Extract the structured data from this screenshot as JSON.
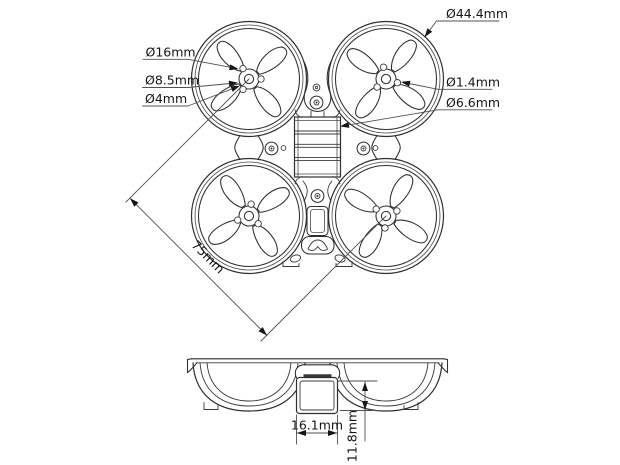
{
  "diagram": {
    "labels": {
      "dia_44_4": "Ø44.4mm",
      "dia_16": "Ø16mm",
      "dia_8_5": "Ø8.5mm",
      "dia_4": "Ø4mm",
      "dia_1_4": "Ø1.4mm",
      "dia_6_6": "Ø6.6mm",
      "diag_75": "75mm",
      "width_16_1": "16.1mm",
      "height_11_8": "11.8mm"
    },
    "colors": {
      "line": "#2f2f2f",
      "dimension": "#515151",
      "text": "#161616",
      "background": "#ffffff"
    }
  }
}
